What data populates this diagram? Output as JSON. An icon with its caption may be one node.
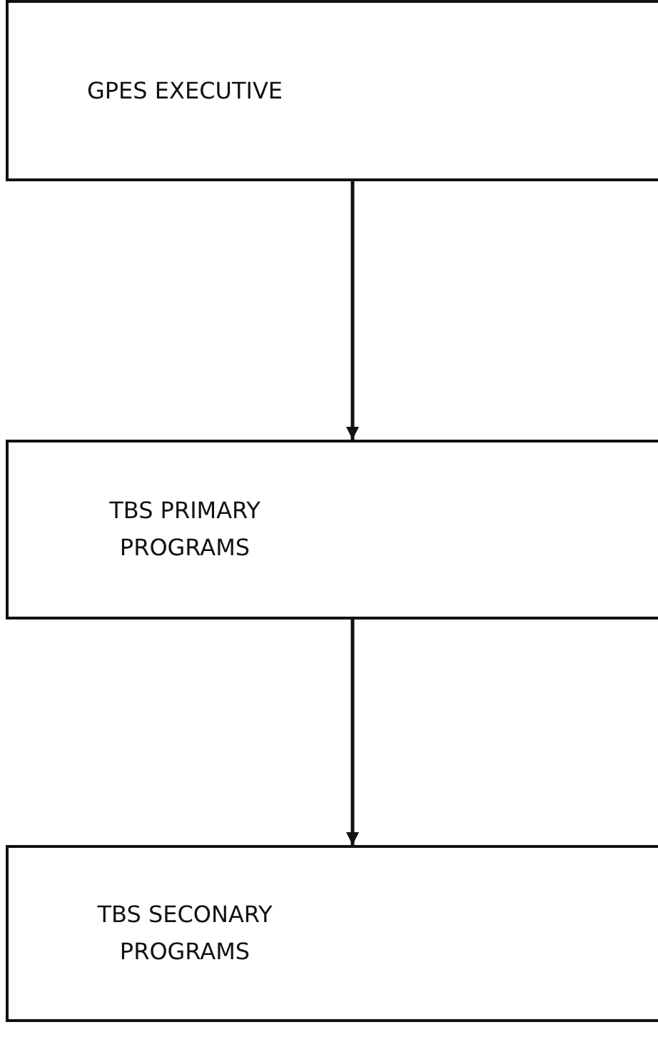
{
  "diagram": {
    "nodes": [
      {
        "text": [
          "GPES EXECUTIVE"
        ]
      },
      {
        "text": [
          "TBS PRIMARY PROGRAMS"
        ]
      },
      {
        "text": [
          "TBS SECONARY PROGRAMS"
        ]
      }
    ],
    "edges": [
      {
        "from": 0,
        "to": 1,
        "arrow": "to"
      },
      {
        "from": 1,
        "to": 2,
        "arrow": "to"
      }
    ]
  }
}
